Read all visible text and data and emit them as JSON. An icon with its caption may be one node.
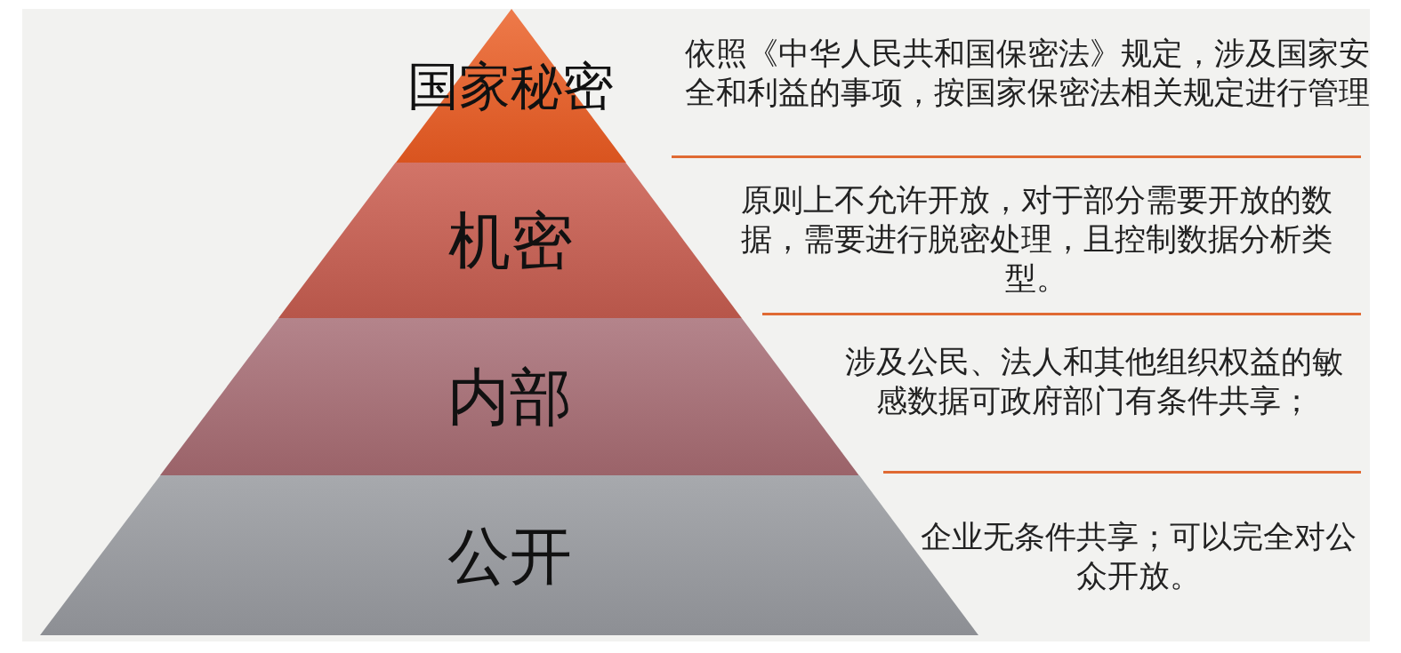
{
  "diagram": {
    "nodes": [
      {
        "text": [
          "国家秘密"
        ],
        "beside": [
          "依照《中华人民共和国保密法》规定，涉及国家安全和利益的事项，按国家保密法相关规定进行管理"
        ]
      },
      {
        "text": [
          "机密"
        ],
        "beside": [
          "原则上不允许开放，对于部分需要开放的数据，需要进行脱密处理，且控制数据分析类型。"
        ]
      },
      {
        "text": [
          "内部"
        ],
        "beside": [
          "涉及公民、法人和其他组织权益的敏感数据可政府部门有条件共享；"
        ]
      },
      {
        "text": [
          "公开"
        ],
        "beside": [
          "企业无条件共享；可以完全对公众开放。"
        ]
      }
    ],
    "edges": []
  }
}
